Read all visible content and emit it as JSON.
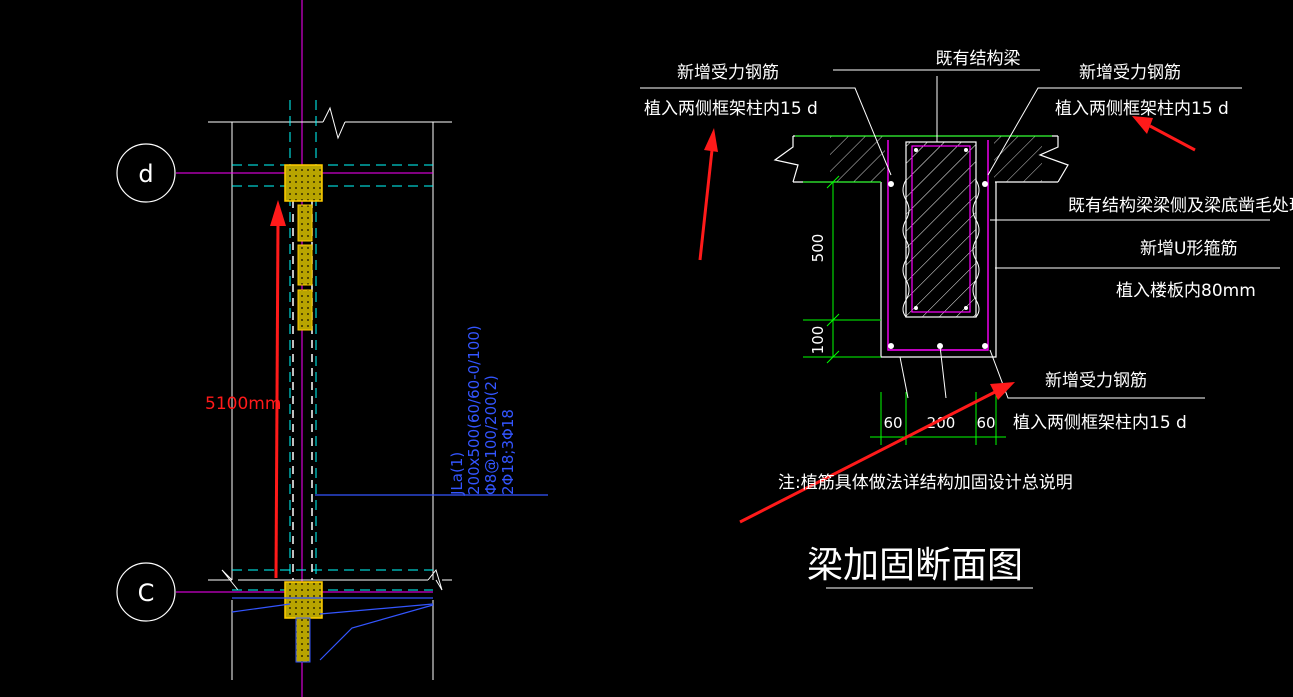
{
  "colors": {
    "background": "#000000",
    "white": "#ffffff",
    "cyan": "#00ffff",
    "magenta": "#ff00ff",
    "green": "#00ff00",
    "blue": "#3355ff",
    "yellow": "#ffcc00",
    "red": "#ff1a1a"
  },
  "plan": {
    "axis_d": "d",
    "axis_c": "C",
    "dimension_red": "5100mm",
    "beam_label": {
      "line1": "JLa(1)",
      "line2": "200x500(60/60-0/100)",
      "line3": "Φ8@100/200(2)",
      "line4": "2Φ18;3Φ18"
    }
  },
  "section": {
    "title": "梁加固断面图",
    "existing_beam": "既有结构梁",
    "left_top_line1": "新增受力钢筋",
    "left_top_line2": "植入两侧框架柱内15 d",
    "right_top_line1": "新增受力钢筋",
    "right_top_line2": "植入两侧框架柱内15 d",
    "chisel_note": "既有结构梁梁侧及梁底凿毛处理",
    "u_stirrup_line1": "新增U形箍筋",
    "u_stirrup_line2": "植入楼板内80mm",
    "bottom_line1": "新增受力钢筋",
    "bottom_line2": "植入两侧框架柱内15 d",
    "note": "注:植筋具体做法详结构加固设计总说明",
    "dim_500": "500",
    "dim_100": "100",
    "dim_60_left": "60",
    "dim_200": "200",
    "dim_60_right": "60"
  }
}
